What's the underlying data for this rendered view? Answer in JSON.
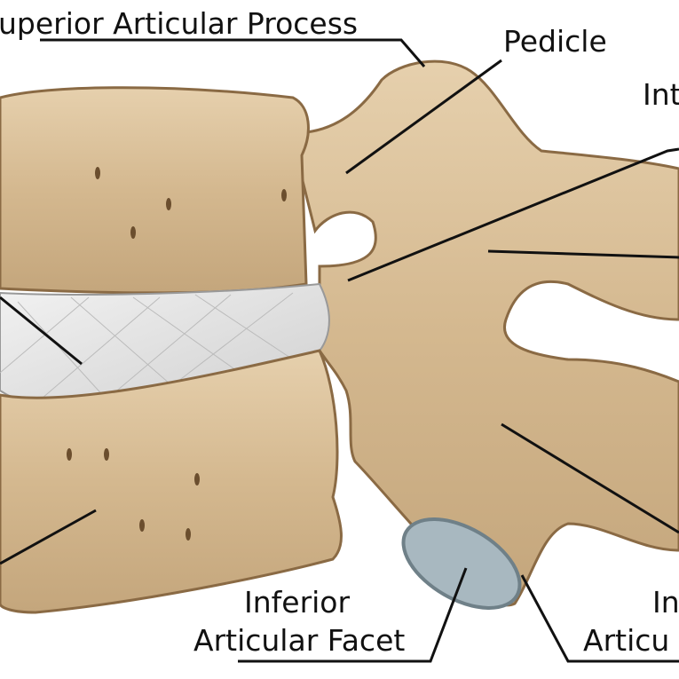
{
  "labels": {
    "superior_articular_process": "uperior Articular Process",
    "pedicle": "Pedicle",
    "top_right_partial": "Int",
    "inferior_articular_facet_line1": "Inferior",
    "inferior_articular_facet_line2": "Articular Facet",
    "bottom_right_partial_line1": "In",
    "bottom_right_partial_line2": "Articu"
  },
  "colors": {
    "bone": "#d9bf98",
    "bone_shadow": "#8a6a44",
    "disc": "#e4e4e4",
    "facet": "#9fb0b8",
    "leader_lines": "#111111"
  }
}
